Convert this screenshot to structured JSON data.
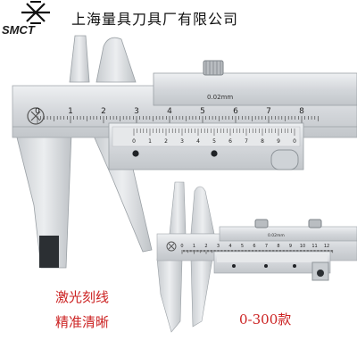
{
  "brand": {
    "logo_text": "SMCT",
    "company": "上海量具刀具厂有限公司"
  },
  "caliper_large": {
    "vernier_label": "0.02mm",
    "main_scale_numbers": [
      "0",
      "1",
      "2",
      "3",
      "4",
      "5",
      "6",
      "7",
      "8"
    ],
    "vernier_numbers": [
      "0",
      "1",
      "2",
      "3",
      "4",
      "5",
      "6",
      "7",
      "8",
      "9",
      "0"
    ]
  },
  "caliper_small": {
    "vernier_label": "0.02mm",
    "main_scale_numbers": [
      "0",
      "1",
      "2",
      "3",
      "4",
      "5",
      "6",
      "7",
      "8",
      "9",
      "10",
      "11",
      "12"
    ]
  },
  "captions": {
    "feature_1": "激光刻线",
    "feature_2": "精准清晰",
    "range": "0-300款"
  },
  "colors": {
    "caption": "#cc2222",
    "steel": "#d9dce0",
    "steel_dark": "#9ea3a8"
  }
}
